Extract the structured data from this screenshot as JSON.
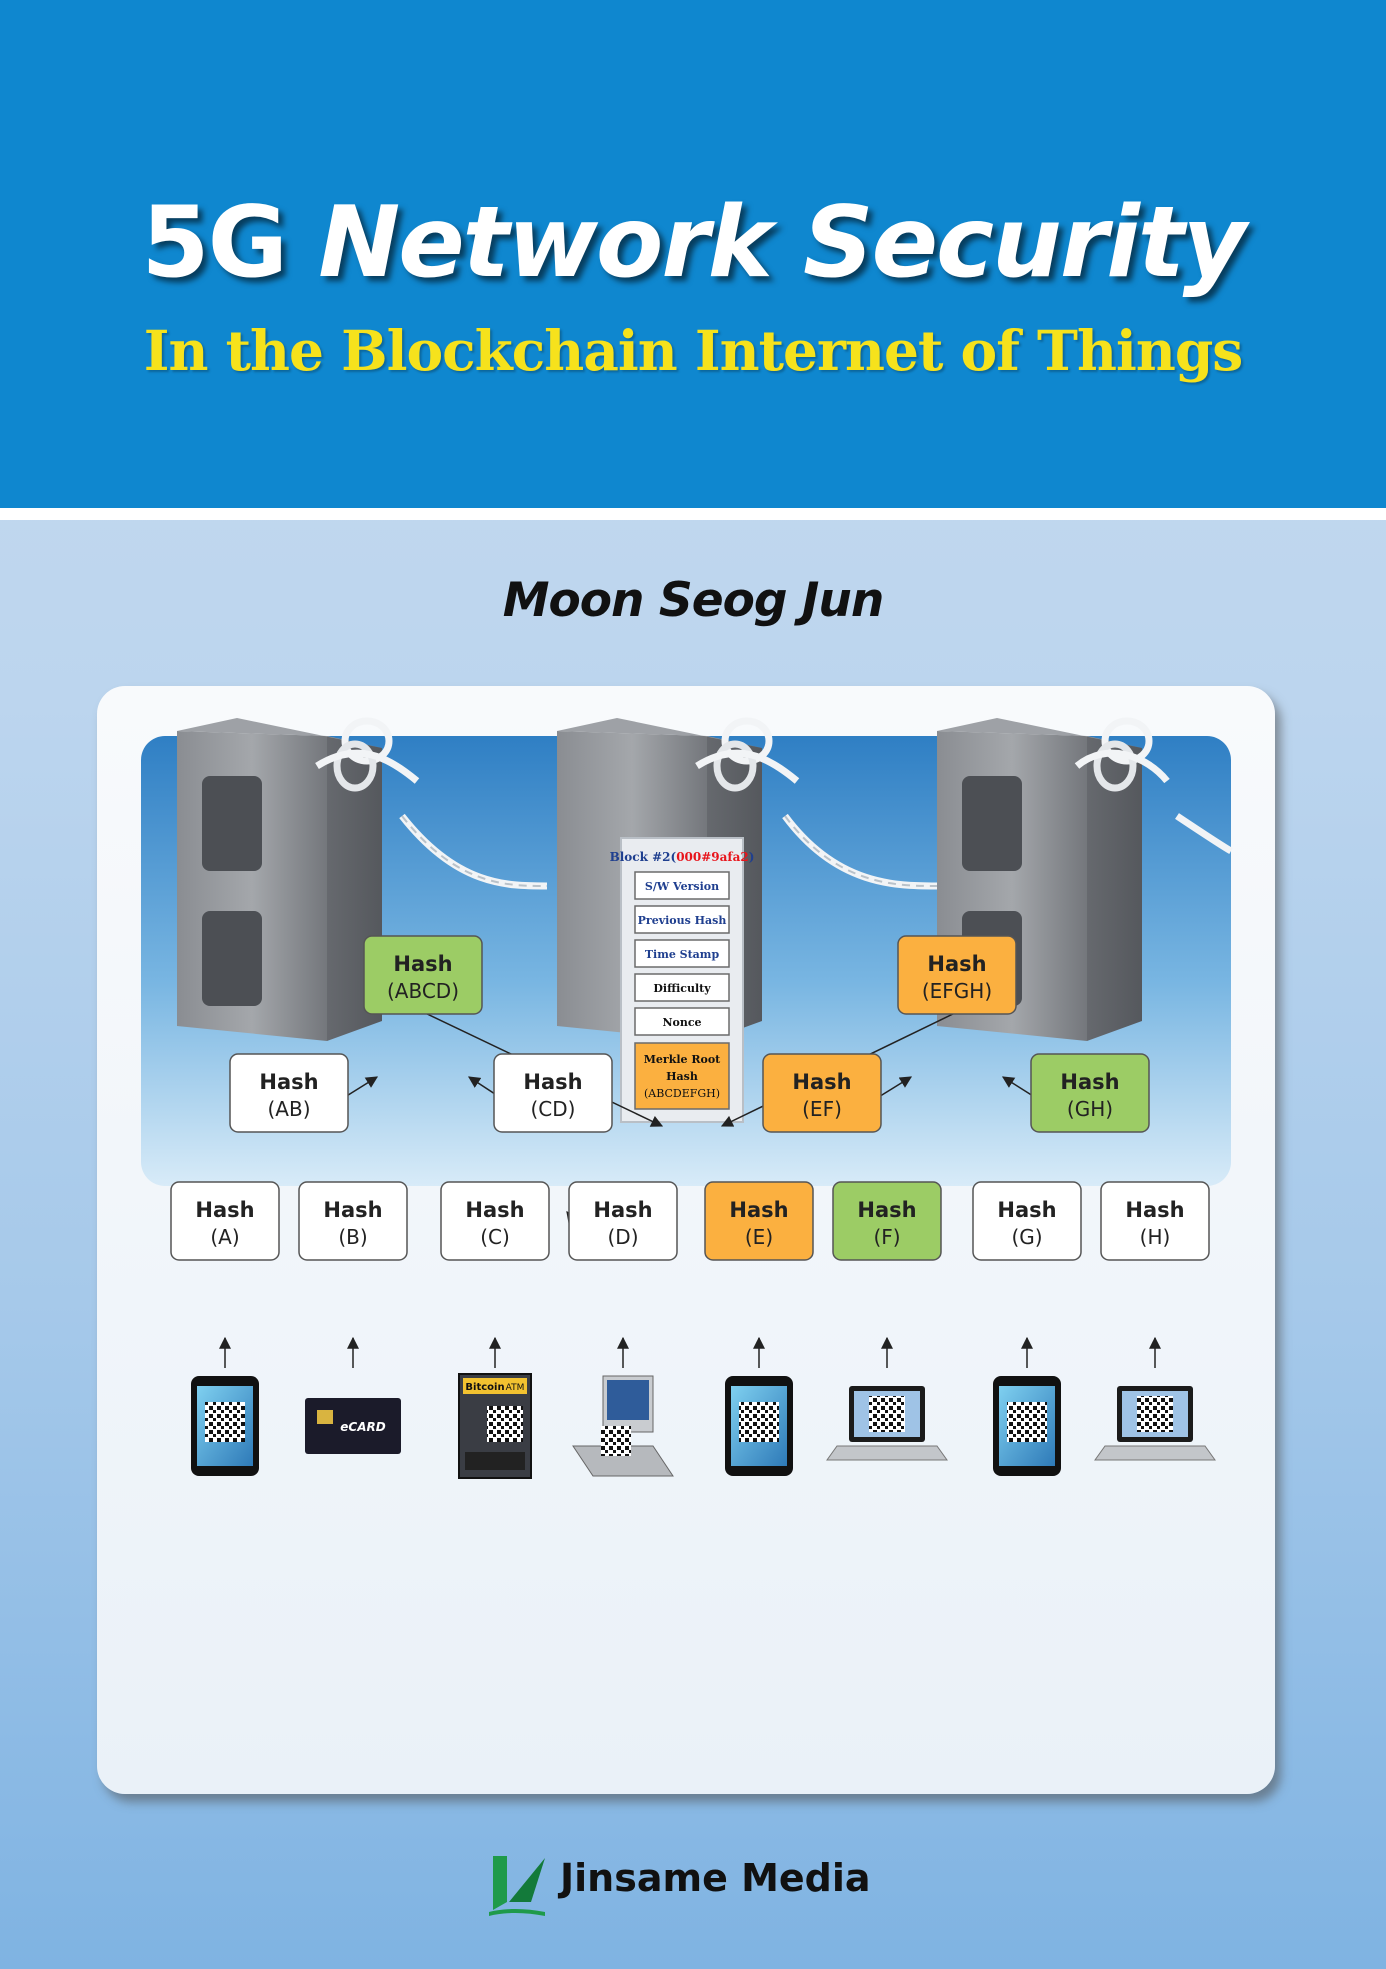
{
  "cover": {
    "title_main": "5G",
    "title_italic": "Network Security",
    "subtitle": "In the Blockchain Internet of Things",
    "author": "Moon Seog Jun",
    "publisher": "Jinsame Media"
  },
  "block": {
    "header_label": "Block #2(",
    "header_hash": "000#9afa2",
    "header_close": ")",
    "fields": [
      {
        "label": "S/W Version",
        "style": "blue"
      },
      {
        "label": "Previous Hash",
        "style": "blue"
      },
      {
        "label": "Time Stamp",
        "style": "blue"
      },
      {
        "label": "Difficulty",
        "style": "black"
      },
      {
        "label": "Nonce",
        "style": "black"
      }
    ],
    "merkle_root": [
      "Merkle Root",
      "Hash",
      "(ABCDEFGH)"
    ]
  },
  "tree": {
    "root_level": [
      {
        "line1": "Hash",
        "line2": "(ABCD)",
        "color": "#9ccc65"
      },
      {
        "line1": "Hash",
        "line2": "(EFGH)",
        "color": "#fbb040"
      }
    ],
    "mid_level": [
      {
        "line1": "Hash",
        "line2": "(AB)",
        "color": "#ffffff"
      },
      {
        "line1": "Hash",
        "line2": "(CD)",
        "color": "#ffffff"
      },
      {
        "line1": "Hash",
        "line2": "(EF)",
        "color": "#fbb040"
      },
      {
        "line1": "Hash",
        "line2": "(GH)",
        "color": "#9ccc65"
      }
    ],
    "leaf_level": [
      {
        "line1": "Hash",
        "line2": "(A)",
        "color": "#ffffff"
      },
      {
        "line1": "Hash",
        "line2": "(B)",
        "color": "#ffffff"
      },
      {
        "line1": "Hash",
        "line2": "(C)",
        "color": "#ffffff"
      },
      {
        "line1": "Hash",
        "line2": "(D)",
        "color": "#ffffff"
      },
      {
        "line1": "Hash",
        "line2": "(E)",
        "color": "#fbb040"
      },
      {
        "line1": "Hash",
        "line2": "(F)",
        "color": "#9ccc65"
      },
      {
        "line1": "Hash",
        "line2": "(G)",
        "color": "#ffffff"
      },
      {
        "line1": "Hash",
        "line2": "(H)",
        "color": "#ffffff"
      }
    ]
  },
  "devices": [
    {
      "icon": "smartphone-qr-icon"
    },
    {
      "icon": "ecard-icon",
      "label": "eCARD"
    },
    {
      "icon": "bitcoin-atm-icon",
      "label": "Bitcoin",
      "sub_label": "ATM"
    },
    {
      "icon": "desktop-computer-icon"
    },
    {
      "icon": "smartphone-qr-icon"
    },
    {
      "icon": "laptop-qr-icon"
    },
    {
      "icon": "smartphone-qr-icon"
    },
    {
      "icon": "laptop-qr-icon"
    }
  ],
  "colors": {
    "banner_blue": "#0f87cf",
    "subtitle_yellow": "#f6e21c",
    "green_node": "#9ccc65",
    "orange_node": "#fbb040",
    "block_hash_red": "#e8141b",
    "block_field_blue": "#1f3f8f"
  }
}
